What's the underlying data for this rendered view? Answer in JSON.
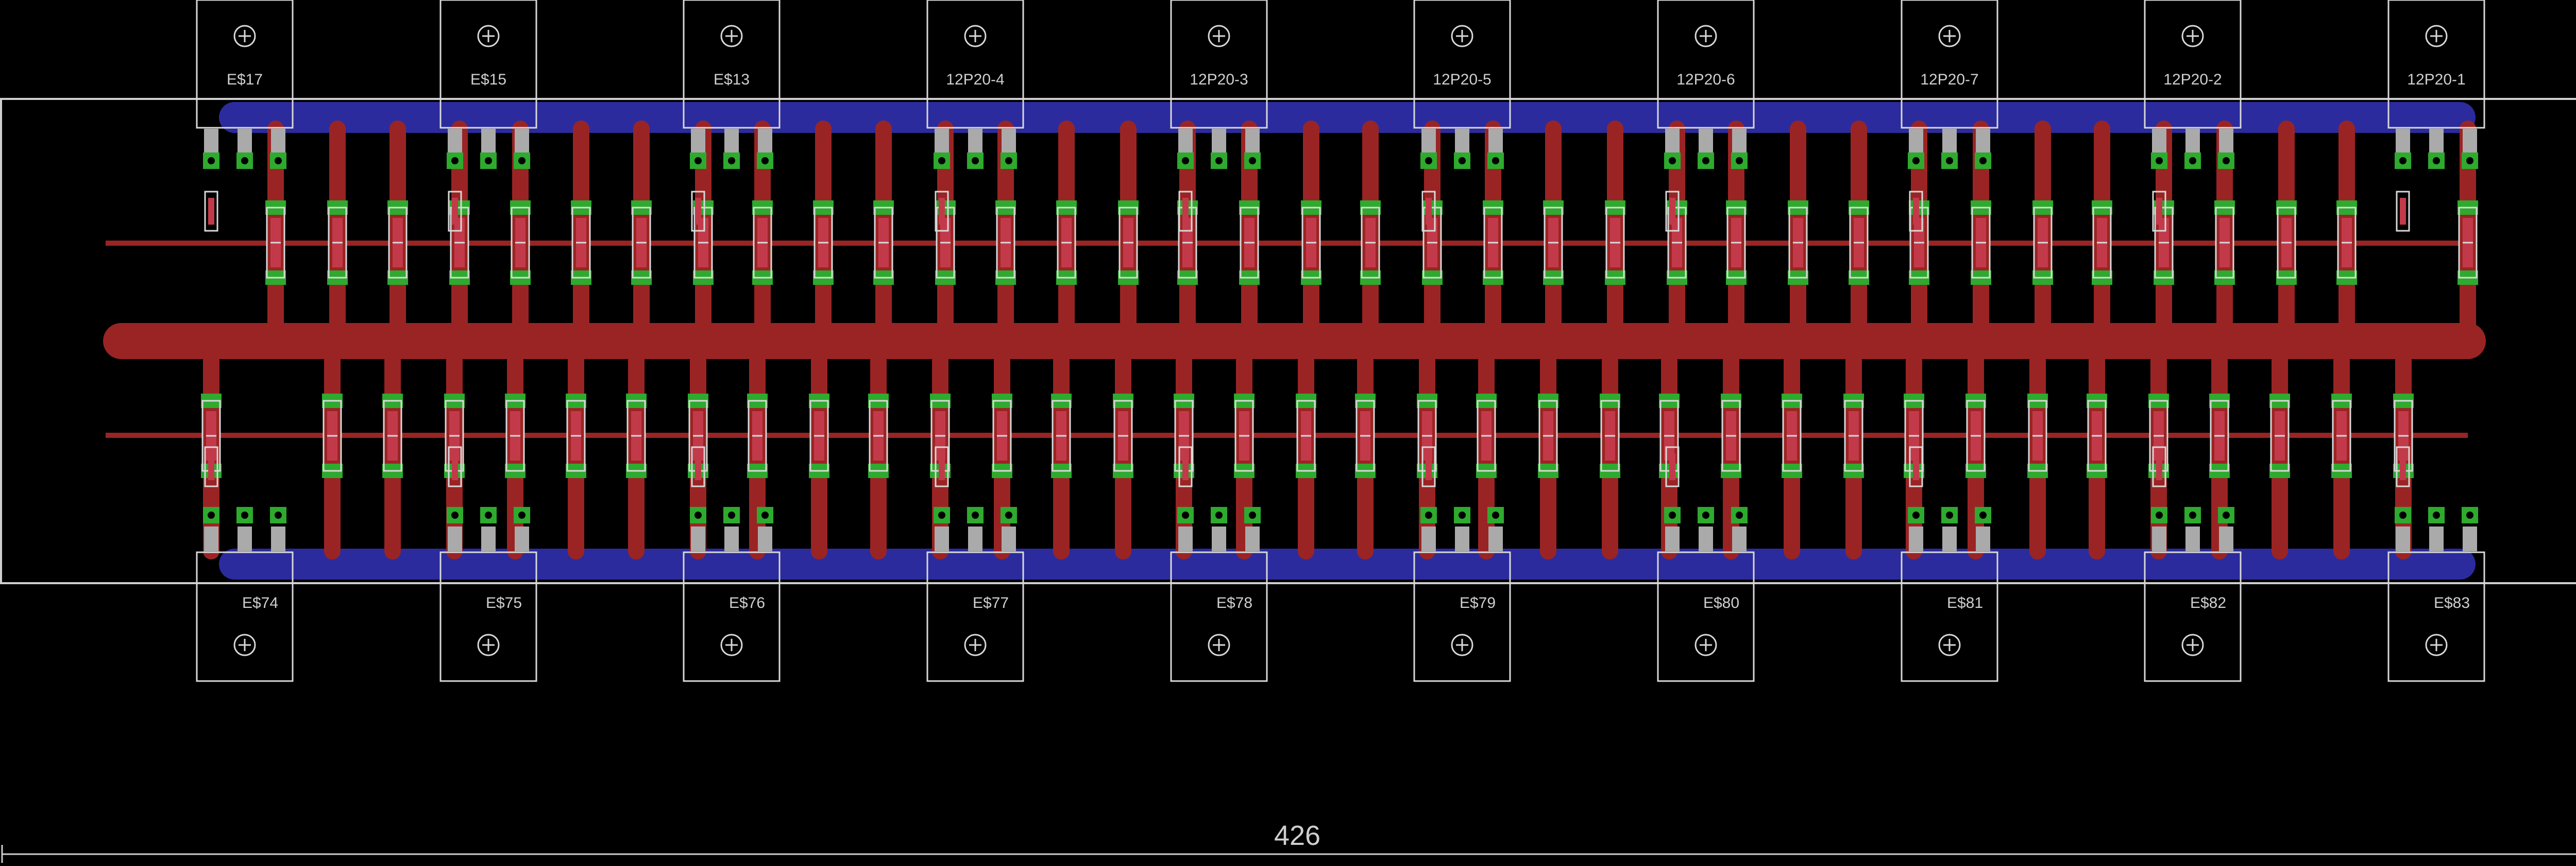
{
  "board": {
    "dimension_label": "426",
    "colors": {
      "background": "#000000",
      "outline": "#cfcfcf",
      "top_copper": "#9a2424",
      "bottom_copper": "#2b2b9e",
      "pad": "#2eaa2e",
      "silk": "#d8d8d8",
      "part_body": "#c23a4a"
    }
  },
  "top_connectors": [
    {
      "name": "E$17"
    },
    {
      "name": "E$15"
    },
    {
      "name": "E$13"
    },
    {
      "name": "12P20-4"
    },
    {
      "name": "12P20-3"
    },
    {
      "name": "12P20-5"
    },
    {
      "name": "12P20-6"
    },
    {
      "name": "12P20-7"
    },
    {
      "name": "12P20-2"
    },
    {
      "name": "12P20-1"
    }
  ],
  "bottom_connectors": [
    {
      "name": "E$74"
    },
    {
      "name": "E$75"
    },
    {
      "name": "E$76"
    },
    {
      "name": "E$77"
    },
    {
      "name": "E$78"
    },
    {
      "name": "E$79"
    },
    {
      "name": "E$80"
    },
    {
      "name": "E$81"
    },
    {
      "name": "E$82"
    },
    {
      "name": "E$83"
    }
  ]
}
